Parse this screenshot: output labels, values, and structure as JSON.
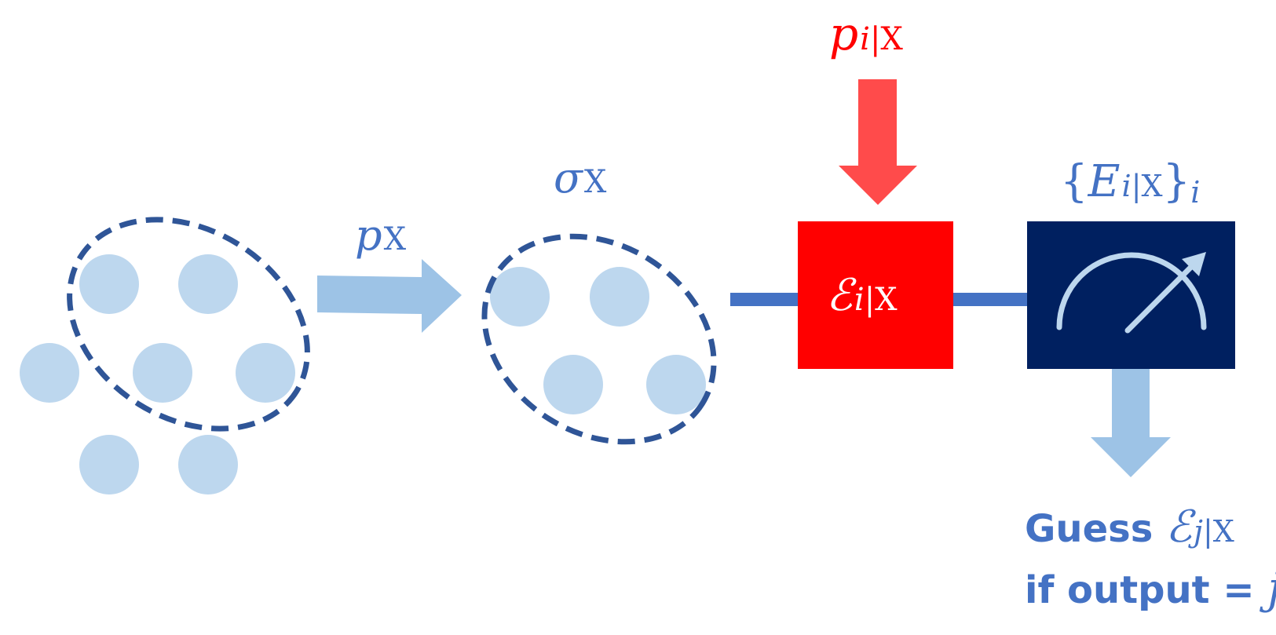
{
  "colors": {
    "circle_fill": "#bdd7ee",
    "dashed_stroke": "#2f5597",
    "light_arrow": "#9dc3e6",
    "wire": "#4472c4",
    "channel_box": "#ff0000",
    "probability_arrow": "#ff4b4b",
    "measure_box": "#002060",
    "label_blue": "#4472c4",
    "label_red": "#ff0000",
    "white": "#ffffff"
  },
  "labels": {
    "p_x": {
      "main": "p",
      "sub": "X"
    },
    "sigma_x": {
      "main": "σ",
      "sub": "X"
    },
    "p_i_x": {
      "main": "p",
      "sub_i": "i",
      "sub_bar": "|X"
    },
    "channel": {
      "main": "ℰ",
      "sub_i": "i",
      "sub_bar": "|X"
    },
    "povm": {
      "open": "{",
      "main": "E",
      "sub_i": "i",
      "sub_bar": "|X",
      "close": "}",
      "outer_sub": "i"
    },
    "guess": {
      "word": "Guess",
      "main": "ℰ",
      "sub_j": "j",
      "sub_bar": "|X"
    },
    "condition": {
      "text": "if output = ",
      "var": "j"
    }
  },
  "icons": {
    "meter": "meter-gauge-icon"
  }
}
